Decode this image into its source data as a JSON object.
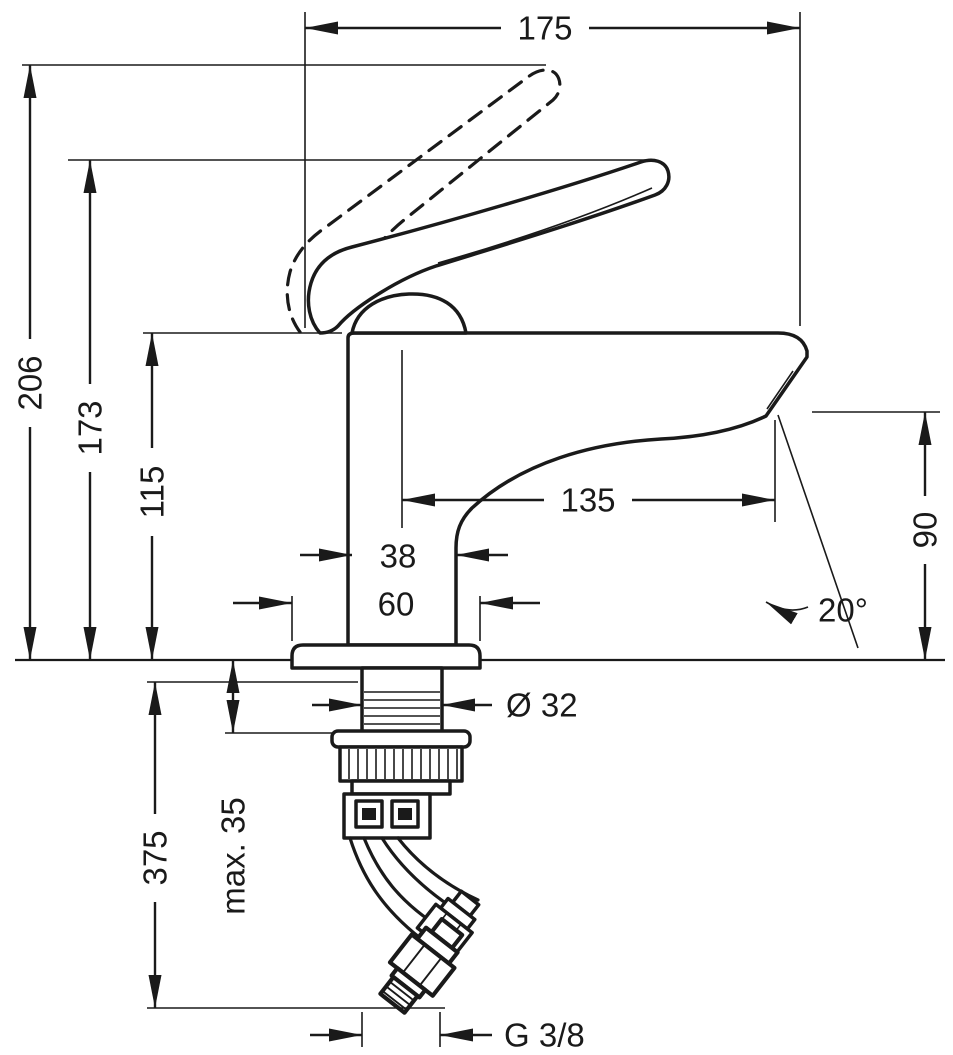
{
  "page": {
    "background": "#ffffff",
    "line_color": "#1a1a1a"
  },
  "dimensions": {
    "overall_depth": "175",
    "overall_height": "206",
    "height_to_spout_top": "173",
    "spout_height": "115",
    "spout_reach": "135",
    "body_width": "38",
    "base_width": "60",
    "outlet_height": "90",
    "outlet_angle": "20°",
    "shank_diameter": "Ø 32",
    "max_mounting_thickness": "max. 35",
    "hose_length": "375",
    "hose_connection": "G 3/8"
  }
}
